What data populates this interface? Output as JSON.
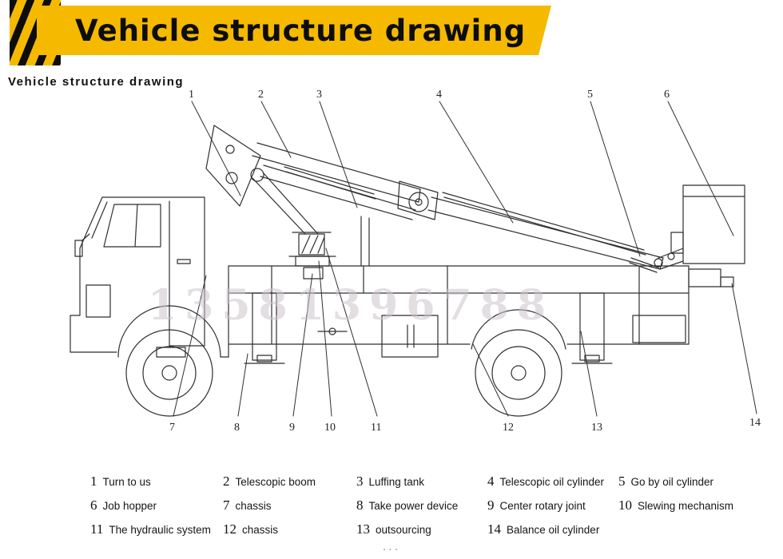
{
  "banner": {
    "title": "Vehicle structure drawing"
  },
  "subtitle": "Vehicle structure drawing",
  "watermark": "13581396788",
  "drawing": {
    "callouts": [
      "1",
      "2",
      "3",
      "4",
      "5",
      "6",
      "7",
      "8",
      "9",
      "10",
      "11",
      "12",
      "13",
      "14"
    ]
  },
  "legend": {
    "items": [
      {
        "num": "1",
        "label": "Turn to us"
      },
      {
        "num": "2",
        "label": "Telescopic boom"
      },
      {
        "num": "3",
        "label": "Luffing tank"
      },
      {
        "num": "4",
        "label": "Telescopic oil cylinder"
      },
      {
        "num": "5",
        "label": "Go by oil cylinder"
      },
      {
        "num": "6",
        "label": "Job hopper"
      },
      {
        "num": "7",
        "label": "chassis"
      },
      {
        "num": "8",
        "label": "Take power device"
      },
      {
        "num": "9",
        "label": "Center rotary joint"
      },
      {
        "num": "10",
        "label": "Slewing mechanism"
      },
      {
        "num": "11",
        "label": "The hydraulic system"
      },
      {
        "num": "12",
        "label": "chassis"
      },
      {
        "num": "13",
        "label": "outsourcing"
      },
      {
        "num": "14",
        "label": "Balance oil cylinder"
      }
    ]
  },
  "footer": {
    "ellipsis": "..."
  },
  "colors": {
    "banner_yellow": "#f5b900",
    "line": "#2f2f2f",
    "watermark_gray": "#cbc3cb"
  }
}
